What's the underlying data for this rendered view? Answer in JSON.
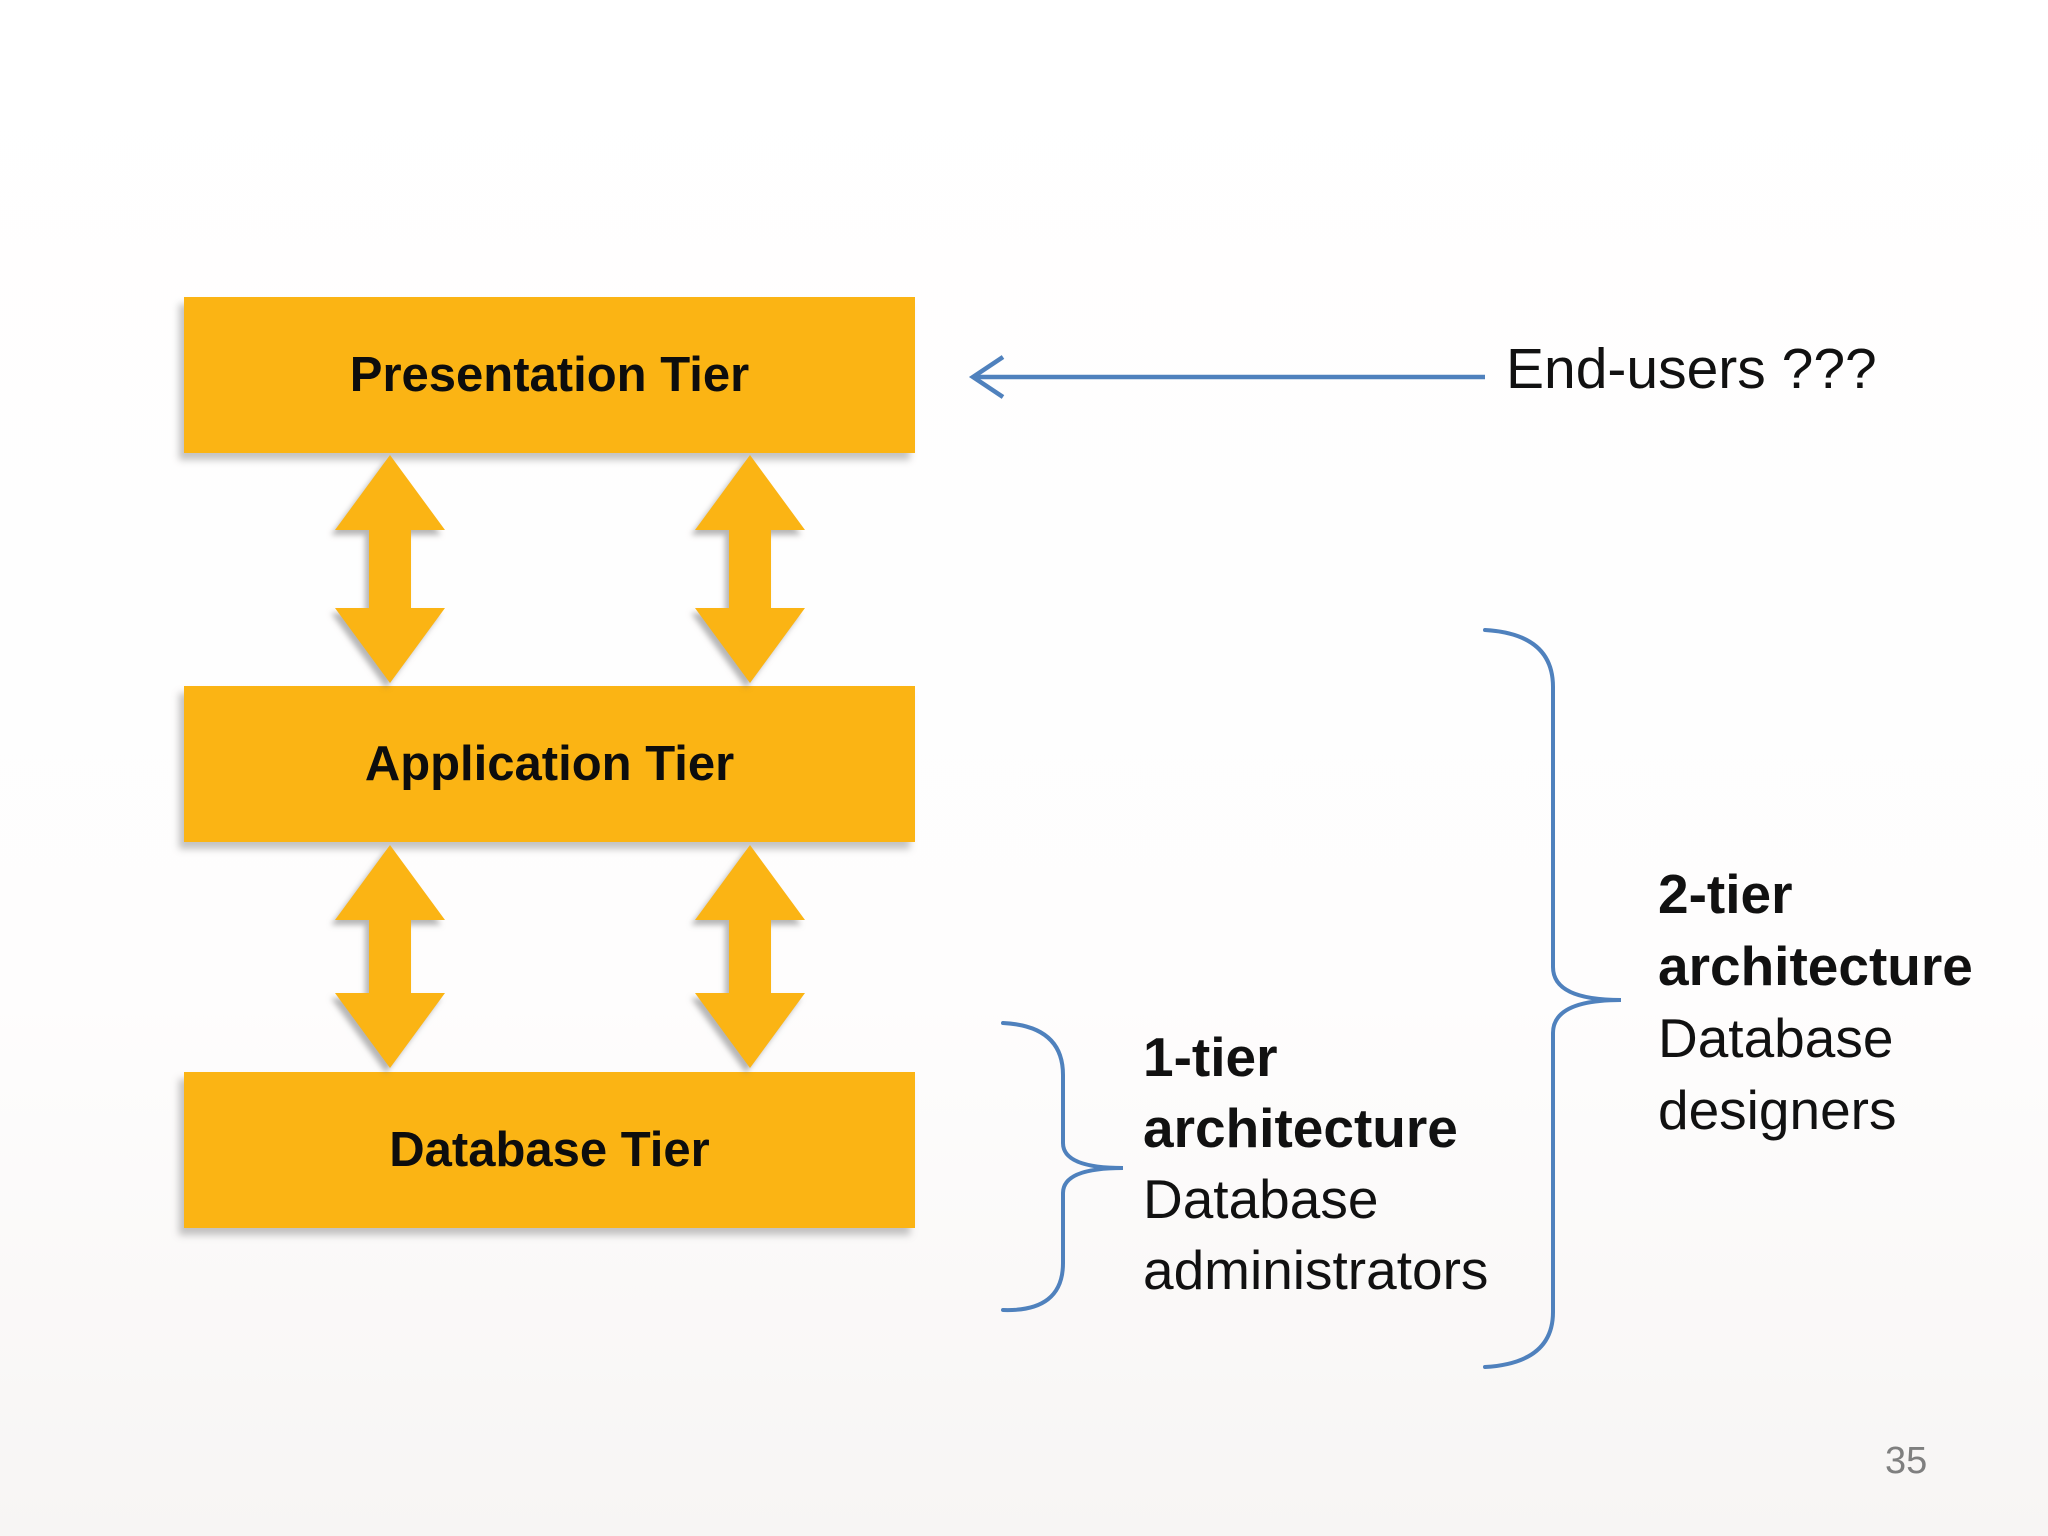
{
  "slide": {
    "page_number": "35",
    "colors": {
      "gold": "#FBB414",
      "blue": "#4F81BD",
      "gray": "#7f7f7f"
    },
    "tiers": [
      {
        "label": "Presentation Tier"
      },
      {
        "label": "Application Tier"
      },
      {
        "label": "Database Tier"
      }
    ],
    "annotations": {
      "end_users": "End-users ???",
      "one_tier": {
        "line1": "1-tier",
        "line2": "architecture",
        "line3": "Database",
        "line4": "administrators"
      },
      "two_tier": {
        "line1": "2-tier",
        "line2": "architecture",
        "line3": "Database",
        "line4": "designers"
      }
    }
  }
}
